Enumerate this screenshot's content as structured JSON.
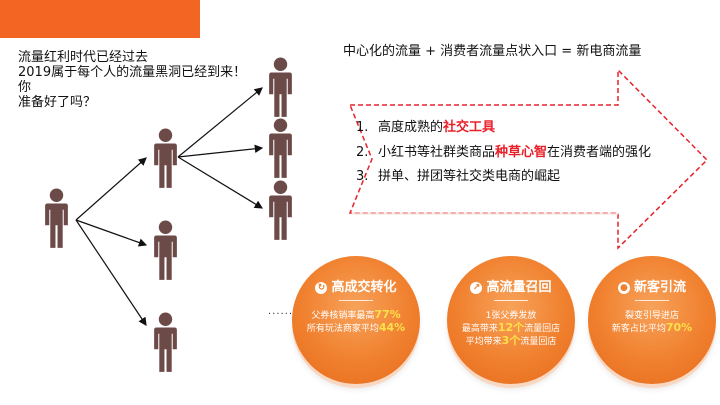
{
  "intro": {
    "line1": "流量红利时代已经过去",
    "line2": "2019属于每个人的流量黑洞已经到来！",
    "line3": "你",
    "line4": "准备好了吗？"
  },
  "formula": "中心化的流量 +  消费者流量点状入口 = 新电商流量",
  "points": [
    {
      "num": "1.",
      "pre": "高度成熟的",
      "hl": "社交工具",
      "post": ""
    },
    {
      "num": "2.",
      "pre": "小红书等社群类商品",
      "hl": "种草心智",
      "post": "在消费者端的强化"
    },
    {
      "num": "3.",
      "pre": "拼单、拼团等社交类电商的崛起",
      "hl": "",
      "post": ""
    }
  ],
  "circles": [
    {
      "title": "高成交转化",
      "icon": "refresh-icon",
      "line1": {
        "pre": "父券核销率最高",
        "big": "77%",
        "post": ""
      },
      "line2": {
        "pre": "所有玩法商家平均",
        "big": "44%",
        "post": ""
      },
      "line3": {
        "pre": "",
        "big": "",
        "post": ""
      }
    },
    {
      "title": "高流量召回",
      "icon": "trend-icon",
      "line1": {
        "pre": "1张父券发放",
        "big": "",
        "post": ""
      },
      "line2": {
        "pre": "最高带来",
        "big": "12个",
        "post": "流量回店"
      },
      "line3": {
        "pre": "平均带来",
        "big": "3个",
        "post": "流量回店"
      }
    },
    {
      "title": "新客引流",
      "icon": "user-icon",
      "line1": {
        "pre": "裂变引导进店",
        "big": "",
        "post": ""
      },
      "line2": {
        "pre": "新客占比平均",
        "big": "70%",
        "post": ""
      },
      "line3": {
        "pre": "",
        "big": "",
        "post": ""
      }
    }
  ],
  "dots": "......",
  "colors": {
    "accent": "#f26522",
    "person": "#6b4a47",
    "highlight": "#e8212a",
    "number": "#fde04a"
  }
}
